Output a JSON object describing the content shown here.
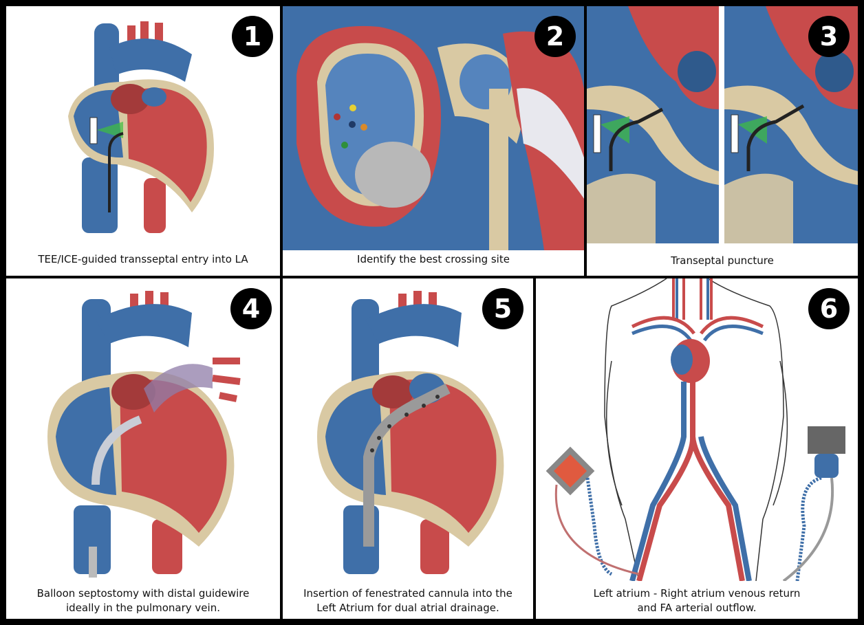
{
  "panels": [
    {
      "number": "1",
      "caption": "TEE/ICE-guided transseptal entry into LA"
    },
    {
      "number": "2",
      "caption": "Identify the best crossing site"
    },
    {
      "number": "3",
      "caption": "Transeptal puncture"
    },
    {
      "number": "4",
      "caption_line1": "Balloon septostomy with distal guidewire",
      "caption_line2": "ideally in the pulmonary vein."
    },
    {
      "number": "5",
      "caption_line1": "Insertion of fenestrated cannula into the",
      "caption_line2": "Left Atrium for dual atrial drainage."
    },
    {
      "number": "6",
      "caption_line1": "Left atrium - Right atrium venous return",
      "caption_line2": "and FA arterial outflow."
    }
  ],
  "colors": {
    "vein_blue": "#3f6fa8",
    "artery_red": "#c84b4b",
    "septum_tan": "#d9c9a3",
    "guide_green": "#3fbf3f"
  }
}
